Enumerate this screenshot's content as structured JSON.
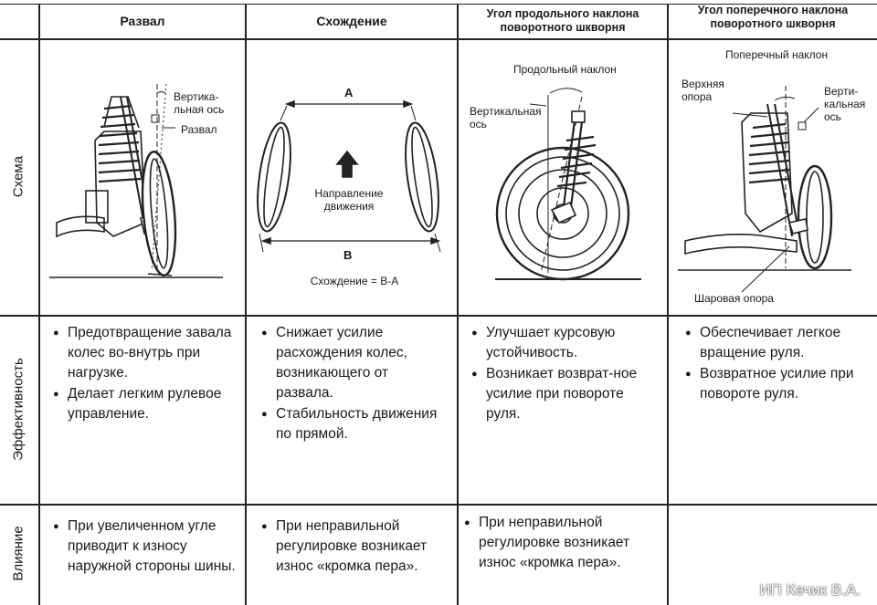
{
  "headers": [
    {
      "label": "Развал"
    },
    {
      "label": "Схождение"
    },
    {
      "line1": "Угол продольного наклона",
      "line2": "поворотного шкворня"
    },
    {
      "line1": "Угол поперечного наклона",
      "line2": "поворотного шкворня"
    }
  ],
  "rows": {
    "scheme": "Схема",
    "effect": "Эффективность",
    "influence": "Влияние"
  },
  "diagrams": {
    "camber": {
      "vertical_1": "Вертика-",
      "vertical_2": "льная ось",
      "camber": "Развал"
    },
    "toe": {
      "a": "A",
      "b": "B",
      "dir_1": "Направление",
      "dir_2": "движения",
      "formula": "Схождение = В-А"
    },
    "caster": {
      "long": "Продольный наклон",
      "vert_1": "Вертикальная",
      "vert_2": "ось"
    },
    "kpi": {
      "cross": "Поперечный наклон",
      "upper_1": "Верхняя",
      "upper_2": "опора",
      "vert_1": "Верти-",
      "vert_2": "кальная",
      "vert_3": "ось",
      "ball": "Шаровая опора"
    }
  },
  "effectiveness": [
    [
      "Предотвращение завала колес во-внутрь при нагрузке.",
      "Делает легким рулевое управление."
    ],
    [
      "Снижает усилие расхождения колес, возникающего от развала.",
      "Стабильность движения по прямой."
    ],
    [
      "Улучшает курсовую устойчивость.",
      "Возникает возврат-ное усилие при повороте руля."
    ],
    [
      "Обеспечивает легкое вращение руля.",
      "Возвратное усилие при повороте руля."
    ]
  ],
  "influence": [
    [
      "При увеличенном угле приводит к износу наружной стороны шины."
    ],
    [
      "При неправильной регулировке возникает износ «кромка пера»."
    ],
    [
      "При неправильной регулировке возникает износ «кромка пера»."
    ],
    []
  ],
  "watermark": "ИП Кечик В.А."
}
